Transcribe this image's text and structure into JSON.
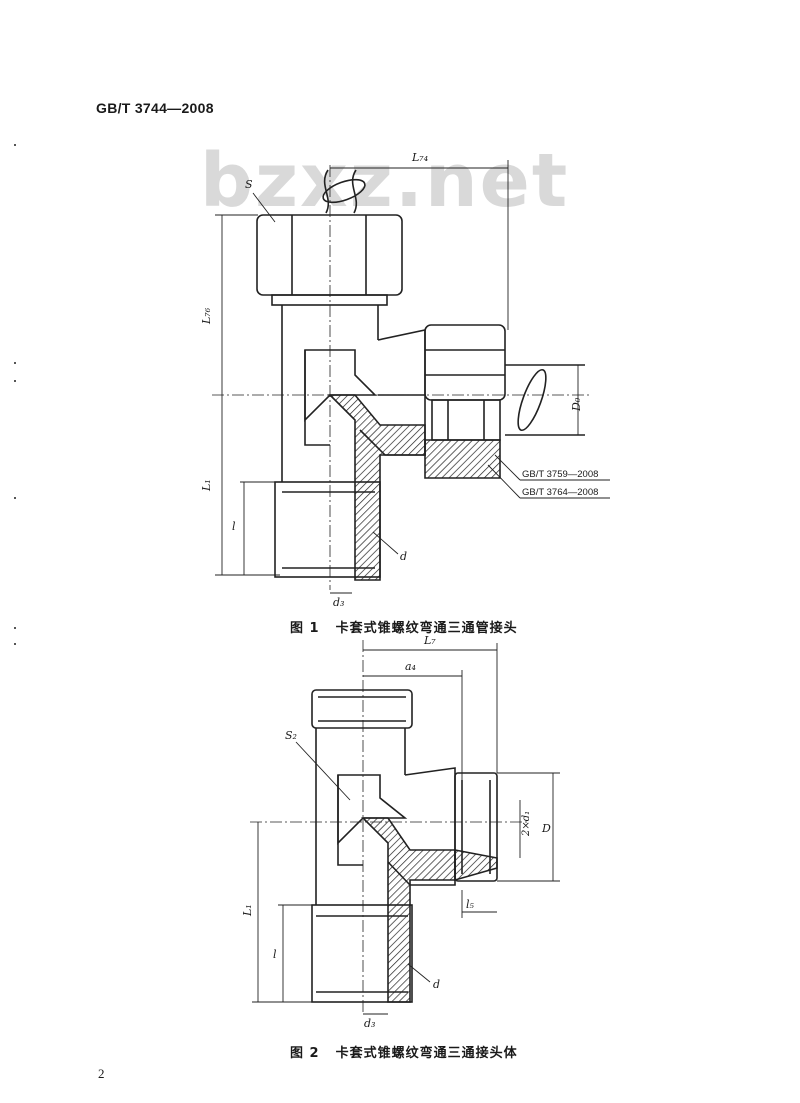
{
  "header": {
    "standard_id": "GB/T 3744—2008"
  },
  "watermark": "bzxz.net",
  "figure1": {
    "caption_number": "图 1",
    "caption_text": "卡套式锥螺纹弯通三通管接头",
    "labels": {
      "s": "S",
      "l_top": "L₇₄",
      "l_left_upper": "L₇₆",
      "l_left_lower": "L₁",
      "l_thread": "l",
      "d_pipe": "D₀",
      "d_thread": "d",
      "d_bottom": "d₃",
      "ref1": "GB/T 3759—2008",
      "ref2": "GB/T 3764—2008"
    }
  },
  "figure2": {
    "caption_number": "图 2",
    "caption_text": "卡套式锥螺纹弯通三通接头体",
    "labels": {
      "l_top": "L₇",
      "a": "a₄",
      "s": "S₂",
      "d1": "2×d₁",
      "D": "D",
      "l5": "l₅",
      "l_left": "L₁",
      "l_thread": "l",
      "d_thread": "d",
      "d_bottom": "d₃"
    }
  },
  "page_number": "2"
}
